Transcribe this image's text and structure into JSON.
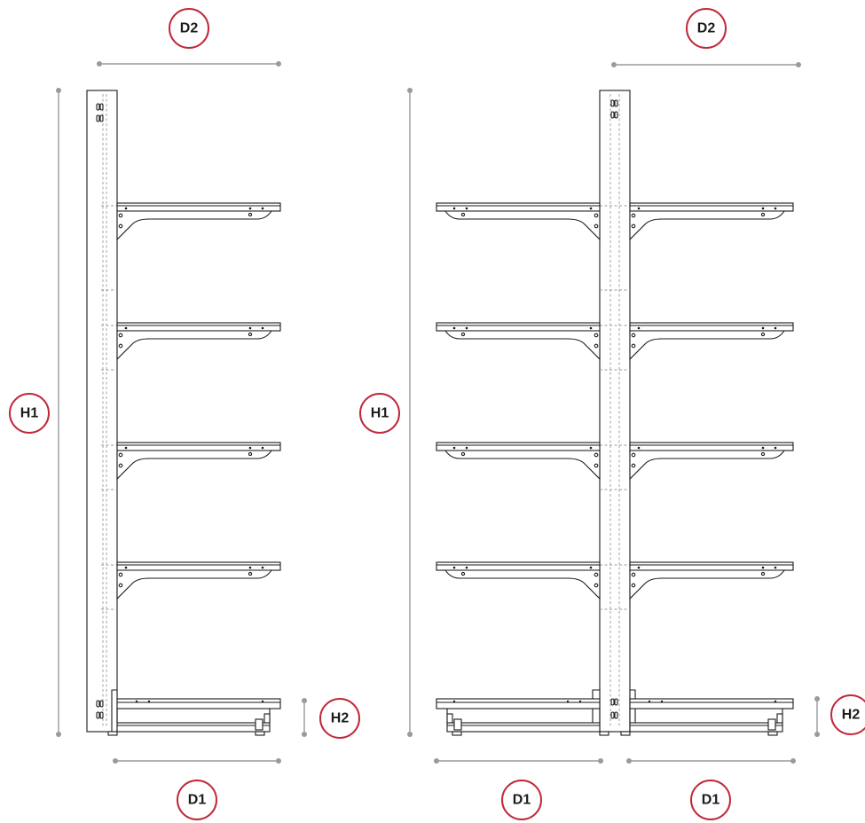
{
  "colors": {
    "badge_outline": "#c0283a",
    "dimension_line": "#9a9a9a",
    "drawing_ink": "#1a1a1a",
    "label_text": "#1b1b1b"
  },
  "single_sided_unit": {
    "dimensions": {
      "height_total": "H1",
      "height_base": "H2",
      "depth_base": "D1",
      "depth_shelf": "D2"
    },
    "shelf_count": 4,
    "base_count": 1
  },
  "double_sided_unit": {
    "dimensions": {
      "height_total": "H1",
      "height_base": "H2",
      "depth_base_left": "D1",
      "depth_base_right": "D1",
      "depth_shelf": "D2"
    },
    "shelf_count_per_side": 4,
    "base_count_per_side": 1
  }
}
